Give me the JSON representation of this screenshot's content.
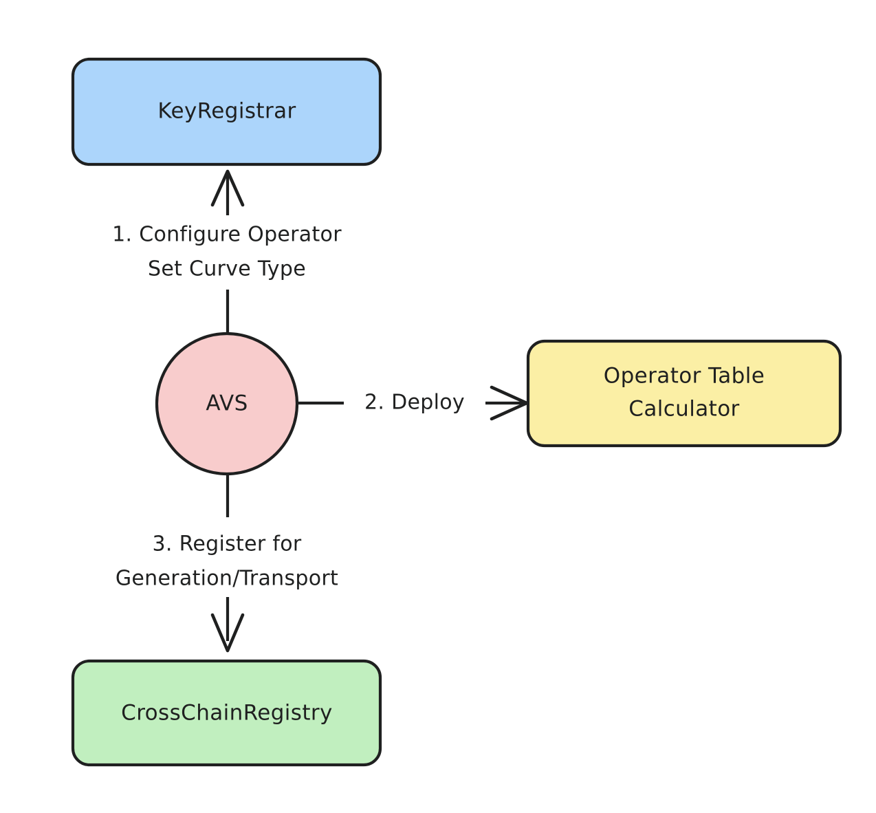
{
  "diagram": {
    "type": "flowchart",
    "direction": "top-down",
    "background": "#ffffff",
    "stroke_color": "#1f2020",
    "nodes": [
      {
        "id": "keyregistrar",
        "label": "KeyRegistrar",
        "shape": "rounded-rectangle",
        "fill": "#ACD5FB",
        "border": "#1f2020"
      },
      {
        "id": "avs",
        "label": "AVS",
        "shape": "circle",
        "fill": "#F8CCCC",
        "border": "#1f2020"
      },
      {
        "id": "operator_table_calculator",
        "label": "Operator Table Calculator",
        "label_lines": [
          "Operator Table",
          "Calculator"
        ],
        "shape": "rounded-rectangle",
        "fill": "#FBEFA5",
        "border": "#1f2020"
      },
      {
        "id": "crosschainregistry",
        "label": "CrossChainRegistry",
        "shape": "rounded-rectangle",
        "fill": "#C1EFBF",
        "border": "#1f2020"
      }
    ],
    "edges": [
      {
        "id": "edge-1",
        "from": "avs",
        "to": "keyregistrar",
        "label": "1. Configure Operator Set Curve Type",
        "label_lines": [
          "1. Configure Operator",
          "Set Curve Type"
        ],
        "arrowhead": "open-up"
      },
      {
        "id": "edge-2",
        "from": "avs",
        "to": "operator_table_calculator",
        "label": "2. Deploy",
        "label_lines": [
          "2. Deploy"
        ],
        "arrowhead": "open-right"
      },
      {
        "id": "edge-3",
        "from": "avs",
        "to": "crosschainregistry",
        "label": "3. Register for Generation/Transport",
        "label_lines": [
          "3. Register for",
          "Generation/Transport"
        ],
        "arrowhead": "open-down"
      }
    ]
  }
}
